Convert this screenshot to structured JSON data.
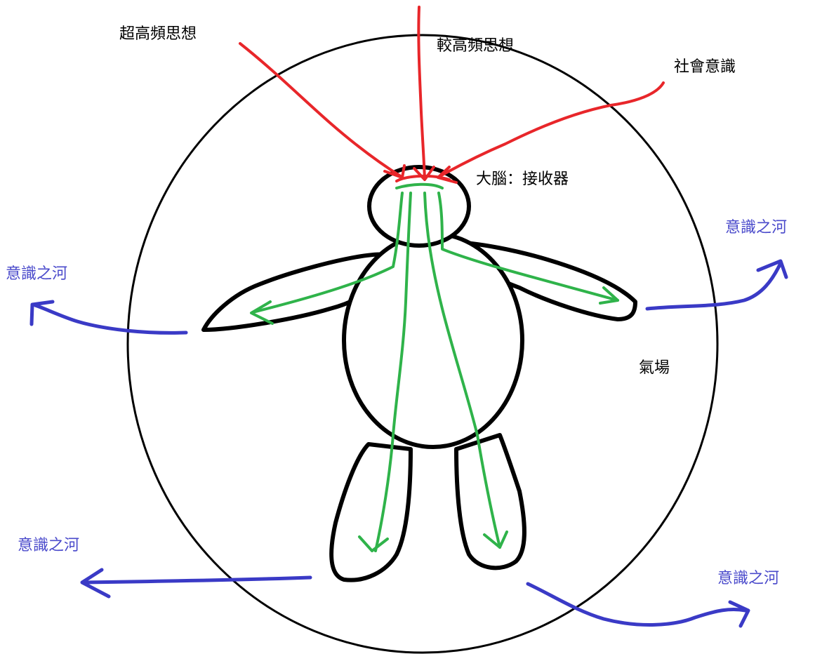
{
  "labels": {
    "super_high_freq": "超高頻思想",
    "higher_freq": "較高頻思想",
    "social_consciousness": "社會意識",
    "brain_receiver": "大腦：接收器",
    "aura_field": "氣場",
    "river_top_right": "意識之河",
    "river_left": "意識之河",
    "river_bottom_left": "意識之河",
    "river_bottom_right": "意識之河"
  },
  "colors": {
    "outline": "#000000",
    "incoming_thought": "#e8262a",
    "internal_flow": "#2fb34a",
    "outgoing_river": "#3a3ac6",
    "river_text": "#4a4acb"
  }
}
